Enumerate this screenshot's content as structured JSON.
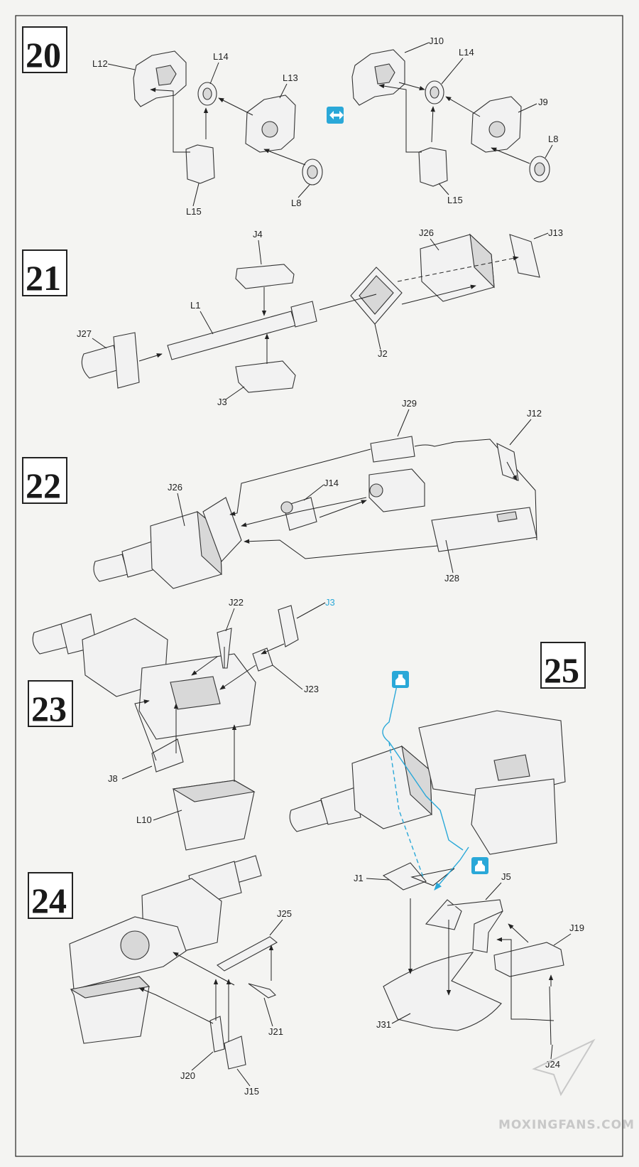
{
  "steps": {
    "s20": {
      "number": "20",
      "labels": [
        "L12",
        "L14",
        "L13",
        "L15",
        "L8",
        "J10",
        "L14",
        "J9",
        "L8",
        "L15"
      ]
    },
    "s21": {
      "number": "21",
      "labels": [
        "J4",
        "J26",
        "J13",
        "L1",
        "J27",
        "J3",
        "J2"
      ]
    },
    "s22": {
      "number": "22",
      "labels": [
        "J29",
        "J12",
        "J26",
        "J14",
        "J28"
      ]
    },
    "s23": {
      "number": "23",
      "labels": [
        "J22",
        "J3",
        "J23",
        "J8",
        "L10"
      ]
    },
    "s24": {
      "number": "24",
      "labels": [
        "J25",
        "J21",
        "J20",
        "J15"
      ]
    },
    "s25": {
      "number": "25",
      "labels": [
        "J1",
        "J5",
        "J19",
        "J31",
        "J24"
      ]
    }
  },
  "icons": {
    "symmetric": "mirror-assembly-icon",
    "glue": "glue-bottle-icon"
  },
  "colors": {
    "accent_blue": "#2aa8d8"
  },
  "watermark": "MOXINGFANS.COM"
}
